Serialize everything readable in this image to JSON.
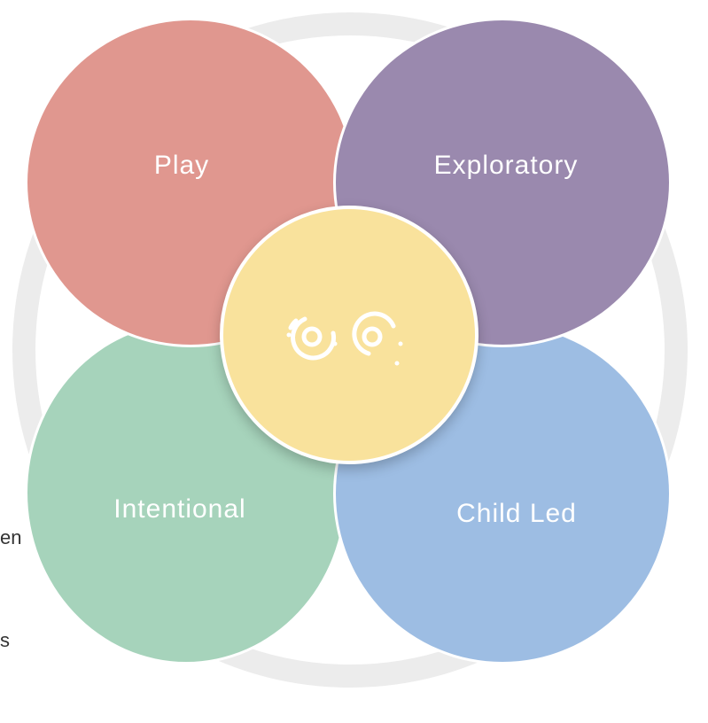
{
  "diagram": {
    "petals": [
      {
        "id": "play",
        "label": "Play",
        "color": "#e0978f"
      },
      {
        "id": "exploratory",
        "label": "Exploratory",
        "color": "#9a89ae"
      },
      {
        "id": "intentional",
        "label": "Intentional",
        "color": "#a6d3bb"
      },
      {
        "id": "child-led",
        "label": "Child Led",
        "color": "#9dbde3"
      }
    ],
    "center": {
      "color": "#f9e29c",
      "icon": "eyes-icon"
    },
    "ring_color": "#ececec",
    "edge_text": {
      "left_top": "en",
      "left_bottom": "s"
    }
  }
}
